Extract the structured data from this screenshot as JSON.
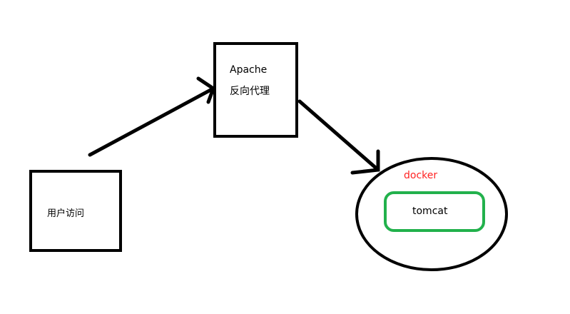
{
  "nodes": {
    "user": {
      "label": "用户访问"
    },
    "apache": {
      "line1": "Apache",
      "line2": "反向代理"
    },
    "docker": {
      "label": "docker",
      "color": "#ff2222"
    },
    "tomcat": {
      "label": "tomcat",
      "color": "#22b14c"
    }
  }
}
